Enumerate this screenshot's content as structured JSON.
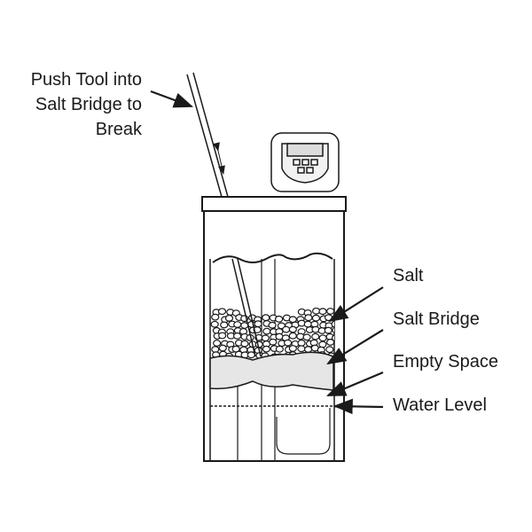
{
  "diagram": {
    "tool_label": [
      "Push Tool into",
      "Salt Bridge to",
      "Break"
    ],
    "labels": {
      "salt": "Salt",
      "salt_bridge": "Salt Bridge",
      "empty_space": "Empty Space",
      "water_level": "Water Level"
    },
    "colors": {
      "line": "#1a1a1a",
      "background": "#ffffff",
      "bridge": "#e6e6e6"
    }
  }
}
